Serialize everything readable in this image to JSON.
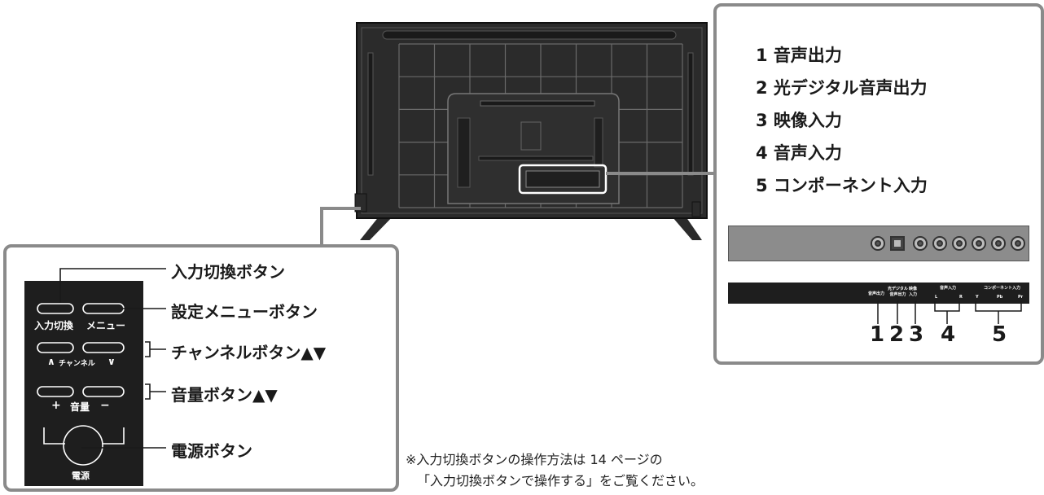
{
  "port_list": [
    "1 音声出力",
    "2 光デジタル音声出力",
    "3 映像入力",
    "4 音声入力",
    "5 コンポーネント入力"
  ],
  "port_strip": {
    "labels": [
      "音声出力",
      "光デジタル\n音声出力",
      "映像\n入力",
      "音声入力",
      "コンポーネント入力"
    ],
    "sub_labels": {
      "audio_l": "L",
      "audio_r": "R",
      "y": "Y",
      "pb": "Pb",
      "pr": "Pr"
    },
    "numbers": [
      "1",
      "2",
      "3",
      "4",
      "5"
    ]
  },
  "side_panel": {
    "button_labels": {
      "input": "入力切換",
      "menu": "メニュー",
      "channel": "チャンネル",
      "ch_up": "∧",
      "ch_down": "∨",
      "vol_plus": "+",
      "volume": "音量",
      "vol_minus": "−",
      "power": "電源"
    },
    "callouts": [
      "入力切換ボタン",
      "設定メニューボタン",
      "チャンネルボタン▲▼",
      "音量ボタン▲▼",
      "電源ボタン"
    ]
  },
  "note": {
    "line1": "※入力切換ボタンの操作方法は 14 ページの",
    "line2": "「入力切換ボタンで操作する」をご覧ください。"
  },
  "colors": {
    "box_border": "#8a8a8a",
    "tv_body": "#2b2b2b",
    "panel_dark": "#1e1e1e"
  }
}
